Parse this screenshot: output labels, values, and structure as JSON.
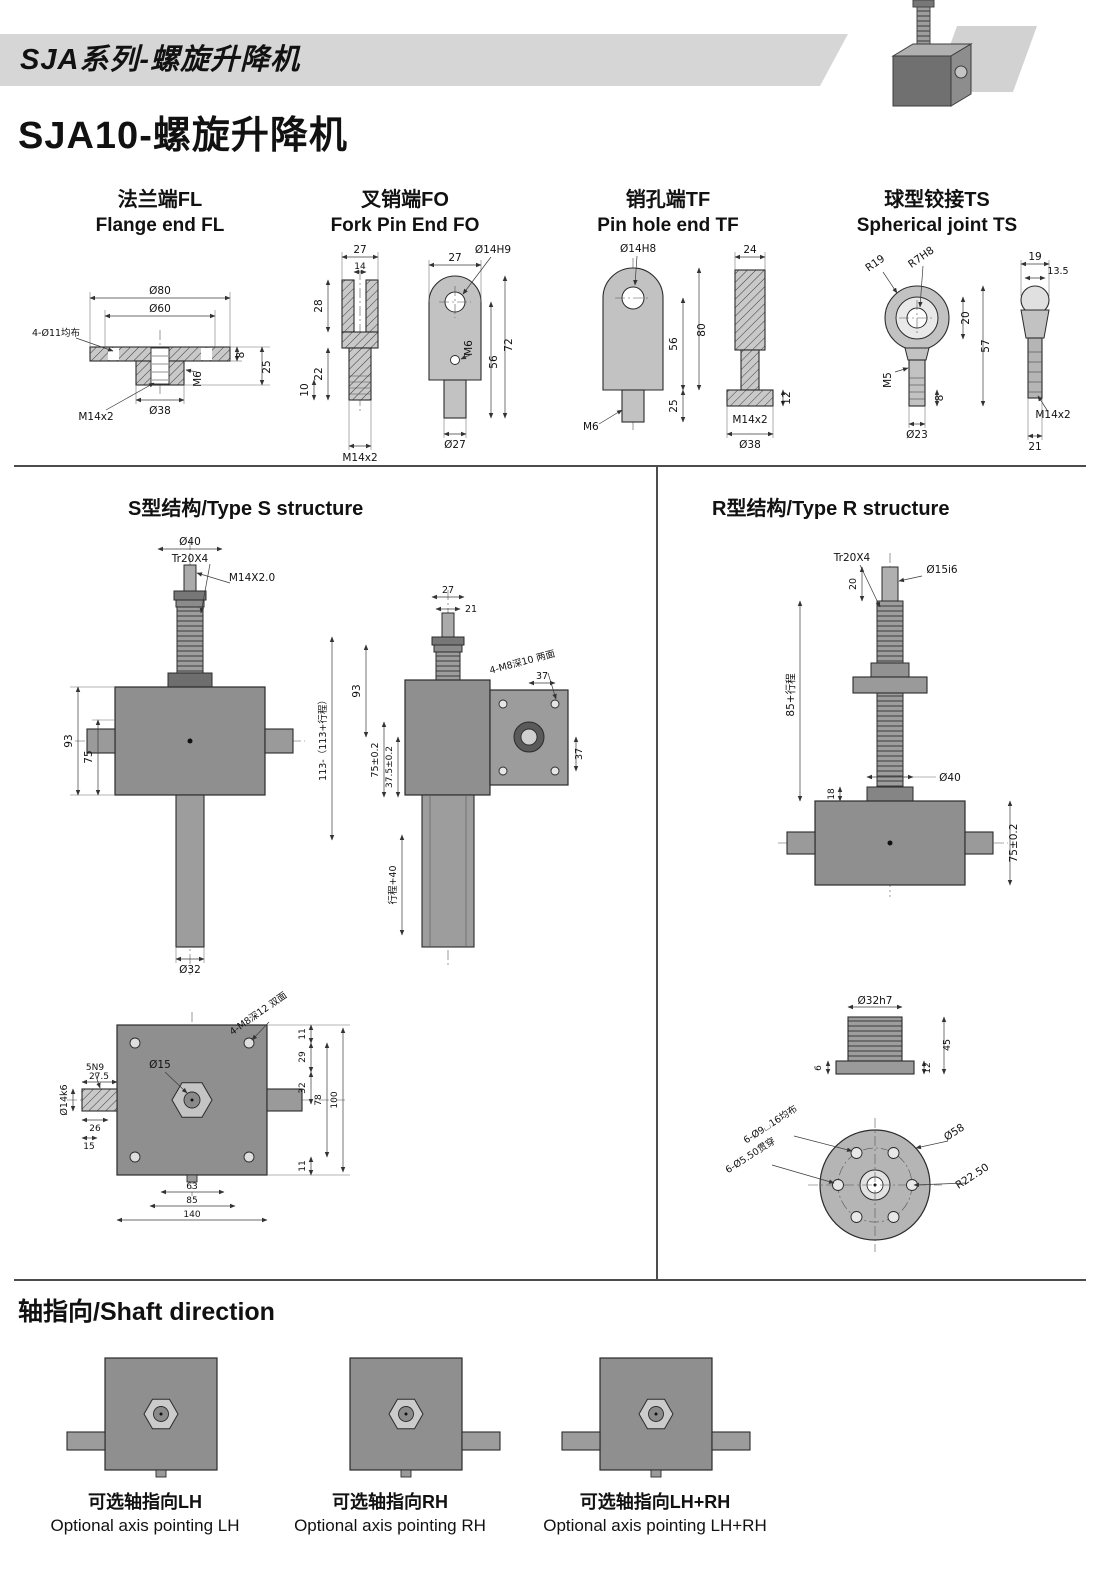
{
  "banner": {
    "title": "SJA系列-螺旋升降机"
  },
  "page_title": "SJA10-螺旋升降机",
  "end_types": {
    "fl": {
      "title_zh": "法兰端FL",
      "title_en": "Flange end FL",
      "dims": [
        "Ø80",
        "Ø60",
        "4-Ø11均布",
        "M14x2",
        "Ø38",
        "M6",
        "8",
        "25"
      ]
    },
    "fo": {
      "title_zh": "叉销端FO",
      "title_en": "Fork Pin End FO",
      "dims": [
        "27",
        "14",
        "27",
        "Ø14H9",
        "28",
        "22",
        "10",
        "M14x2",
        "M6",
        "56",
        "72",
        "Ø27"
      ]
    },
    "tf": {
      "title_zh": "销孔端TF",
      "title_en": "Pin hole end TF",
      "dims": [
        "Ø14H8",
        "24",
        "56",
        "80",
        "25",
        "M6",
        "M14x2",
        "Ø38",
        "12"
      ]
    },
    "ts": {
      "title_zh": "球型铰接TS",
      "title_en": "Spherical joint TS",
      "dims": [
        "R19",
        "R7H8",
        "19",
        "13.5",
        "20",
        "57",
        "M5",
        "Ø23",
        "8",
        "M14x2",
        "21"
      ]
    }
  },
  "structures": {
    "s_title": "S型结构/Type S structure",
    "r_title": "R型结构/Type R structure",
    "s_front": {
      "dims": [
        "Ø40",
        "Tr20X4",
        "M14X2.0",
        "93",
        "75",
        "Ø32"
      ]
    },
    "s_side": {
      "dims": [
        "27",
        "21",
        "93",
        "113-（113+行程）",
        "75±0.2",
        "37.5±0.2",
        "行程+40",
        "37",
        "37",
        "4-M8深10 两面"
      ]
    },
    "s_top": {
      "dims": [
        "4-M8深12 双面",
        "Ø14k6",
        "5N9",
        "27.5",
        "26",
        "15",
        "Ø15",
        "11",
        "29",
        "32",
        "78",
        "100",
        "11",
        "63",
        "85",
        "140"
      ]
    },
    "r_main": {
      "dims": [
        "Tr20X4",
        "Ø15i6",
        "20",
        "85+行程",
        "18",
        "Ø40",
        "75±0.2"
      ]
    },
    "r_flange": {
      "dims": [
        "Ø32h7",
        "6",
        "12",
        "45",
        "6-Ø9⌴16均布",
        "6-Ø5.50贯穿",
        "Ø58",
        "R22.50"
      ]
    }
  },
  "shaft_direction": {
    "title": "轴指向/Shaft direction",
    "items": [
      {
        "zh": "可选轴指向LH",
        "en": "Optional axis pointing LH"
      },
      {
        "zh": "可选轴指向RH",
        "en": "Optional axis pointing RH"
      },
      {
        "zh": "可选轴指向LH+RH",
        "en": "Optional axis pointing LH+RH"
      }
    ]
  }
}
